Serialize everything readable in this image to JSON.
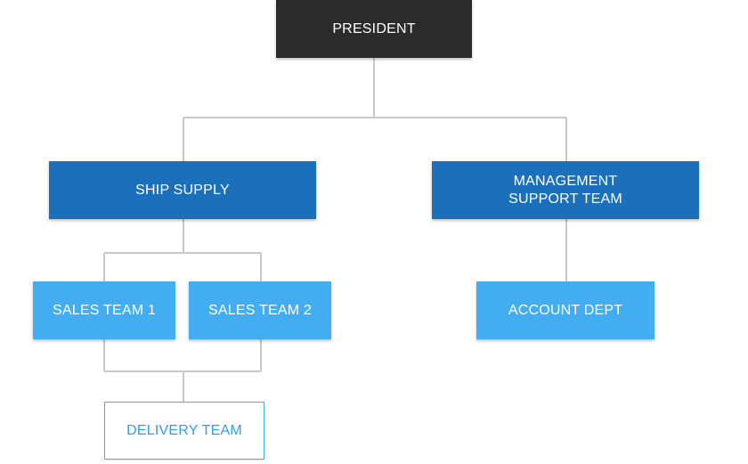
{
  "nodes": {
    "president": "PRESIDENT",
    "ship_supply": "SHIP SUPPLY",
    "management_support_team": "MANAGEMENT\nSUPPORT TEAM",
    "sales_team_1": "SALES TEAM 1",
    "sales_team_2": "SALES TEAM 2",
    "account_dept": "ACCOUNT DEPT",
    "delivery_team": "DELIVERY TEAM"
  },
  "colors": {
    "president_bg": "#2b2b2b",
    "level2_bg": "#1b6fbb",
    "level3_bg": "#42adf0",
    "delivery_text": "#2f9ee8",
    "connector": "#c8c8c8"
  }
}
